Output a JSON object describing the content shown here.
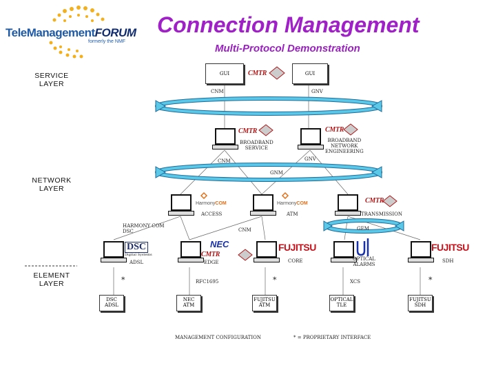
{
  "header": {
    "title": "Connection Management",
    "subtitle": "Multi-Protocol Demonstration",
    "logo_tele": "TeleManagement",
    "logo_forum": "FORUM",
    "logo_sub": "formerly the NMF"
  },
  "layers": {
    "service": "SERVICE\nLAYER",
    "network": "NETWORK\nLAYER",
    "element": "ELEMENT\nLAYER"
  },
  "service": {
    "gui_left": "GUI",
    "gui_right": "GUI",
    "cmtr": "CMTR",
    "link_left": "CNM",
    "link_right": "GNV"
  },
  "network": {
    "cmtr": "CMTR",
    "broadband_service": "BROADBAND\nSERVICE",
    "broadband_eng": "BROADBAND\nNETWORK\nENGINEERING",
    "link_cnm": "CNM",
    "link_gnv": "GNV",
    "link_gnm": "GNM",
    "harmony_brand": "Harmony",
    "harmony_com": "COM",
    "access": "ACCESS",
    "atm": "ATM",
    "transmission": "TRANSMISSION",
    "harmony_label": "HARMONY COM\nDSC",
    "link_cnm2": "CNM",
    "link_gem": "GEM"
  },
  "element": {
    "dsc_logo": "DSC",
    "dsc_sub": "Digital Systems",
    "nec": "NEC",
    "fujitsu": "FUJITSU",
    "adsl": "ADSL",
    "edge": "EDGE",
    "core": "CORE",
    "optical_alarms": "OPTICAL\nALARMS",
    "sdh": "SDH",
    "rfc": "RFC1695",
    "xcs": "XCS",
    "star": "*",
    "boxes": [
      {
        "text": "DSC\nADSL"
      },
      {
        "text": "NEC\nATM"
      },
      {
        "text": "FUJITSU\nATM"
      },
      {
        "text": "OPTICAL\nTLE"
      },
      {
        "text": "FUJITSU\nSDH"
      }
    ]
  },
  "footer": {
    "mgmt": "MANAGEMENT CONFIGURATION",
    "proprietary": "* = PROPRIETARY INTERFACE"
  },
  "colors": {
    "title": "#a020c8",
    "ring_fill": "#5cc8e8",
    "ring_stroke": "#1a6a9a",
    "cmtr_red": "#b01818",
    "fujitsu_red": "#c8101a"
  }
}
